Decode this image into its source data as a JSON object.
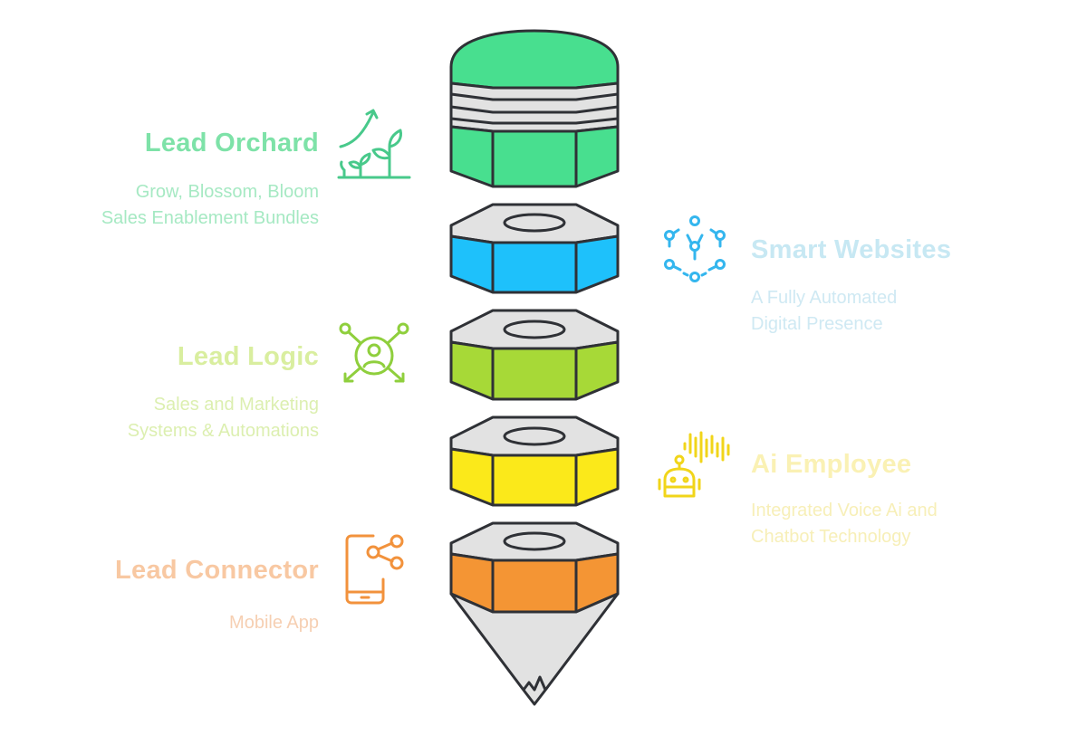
{
  "items": [
    {
      "title": "Lead Orchard",
      "lines": [
        "Grow, Blossom, Bloom",
        "Sales Enablement Bundles"
      ],
      "color": "#7ee2a8",
      "icon": "plant-growth-icon",
      "segment_color": "#48df8f"
    },
    {
      "title": "Smart Websites",
      "lines": [
        "A Fully Automated",
        "Digital Presence"
      ],
      "color": "#c7e8f3",
      "icon": "network-nodes-icon",
      "segment_color": "#1ec1fb"
    },
    {
      "title": "Lead Logic",
      "lines": [
        "Sales and Marketing ",
        "Systems & Automations"
      ],
      "color": "#d9ee9f",
      "icon": "user-routing-icon",
      "segment_color": "#a7d937"
    },
    {
      "title": "Ai Employee",
      "lines": [
        "Integrated Voice Ai and",
        "Chatbot Technology"
      ],
      "color": "#faf1b4",
      "icon": "ai-voice-robot-icon",
      "segment_color": "#fbe91a"
    },
    {
      "title": "Lead Connector",
      "lines": [
        "Mobile App"
      ],
      "color": "#f8c8a2",
      "icon": "mobile-share-icon",
      "segment_color": "#f49534"
    }
  ],
  "colors": {
    "outline": "#2f3136",
    "gray_fill": "#e2e2e2",
    "icon_green": "#48c98b",
    "icon_blue": "#34b6ee",
    "icon_lime": "#8fcf3d",
    "icon_yellow": "#f1d51a",
    "icon_orange": "#f2923c"
  }
}
